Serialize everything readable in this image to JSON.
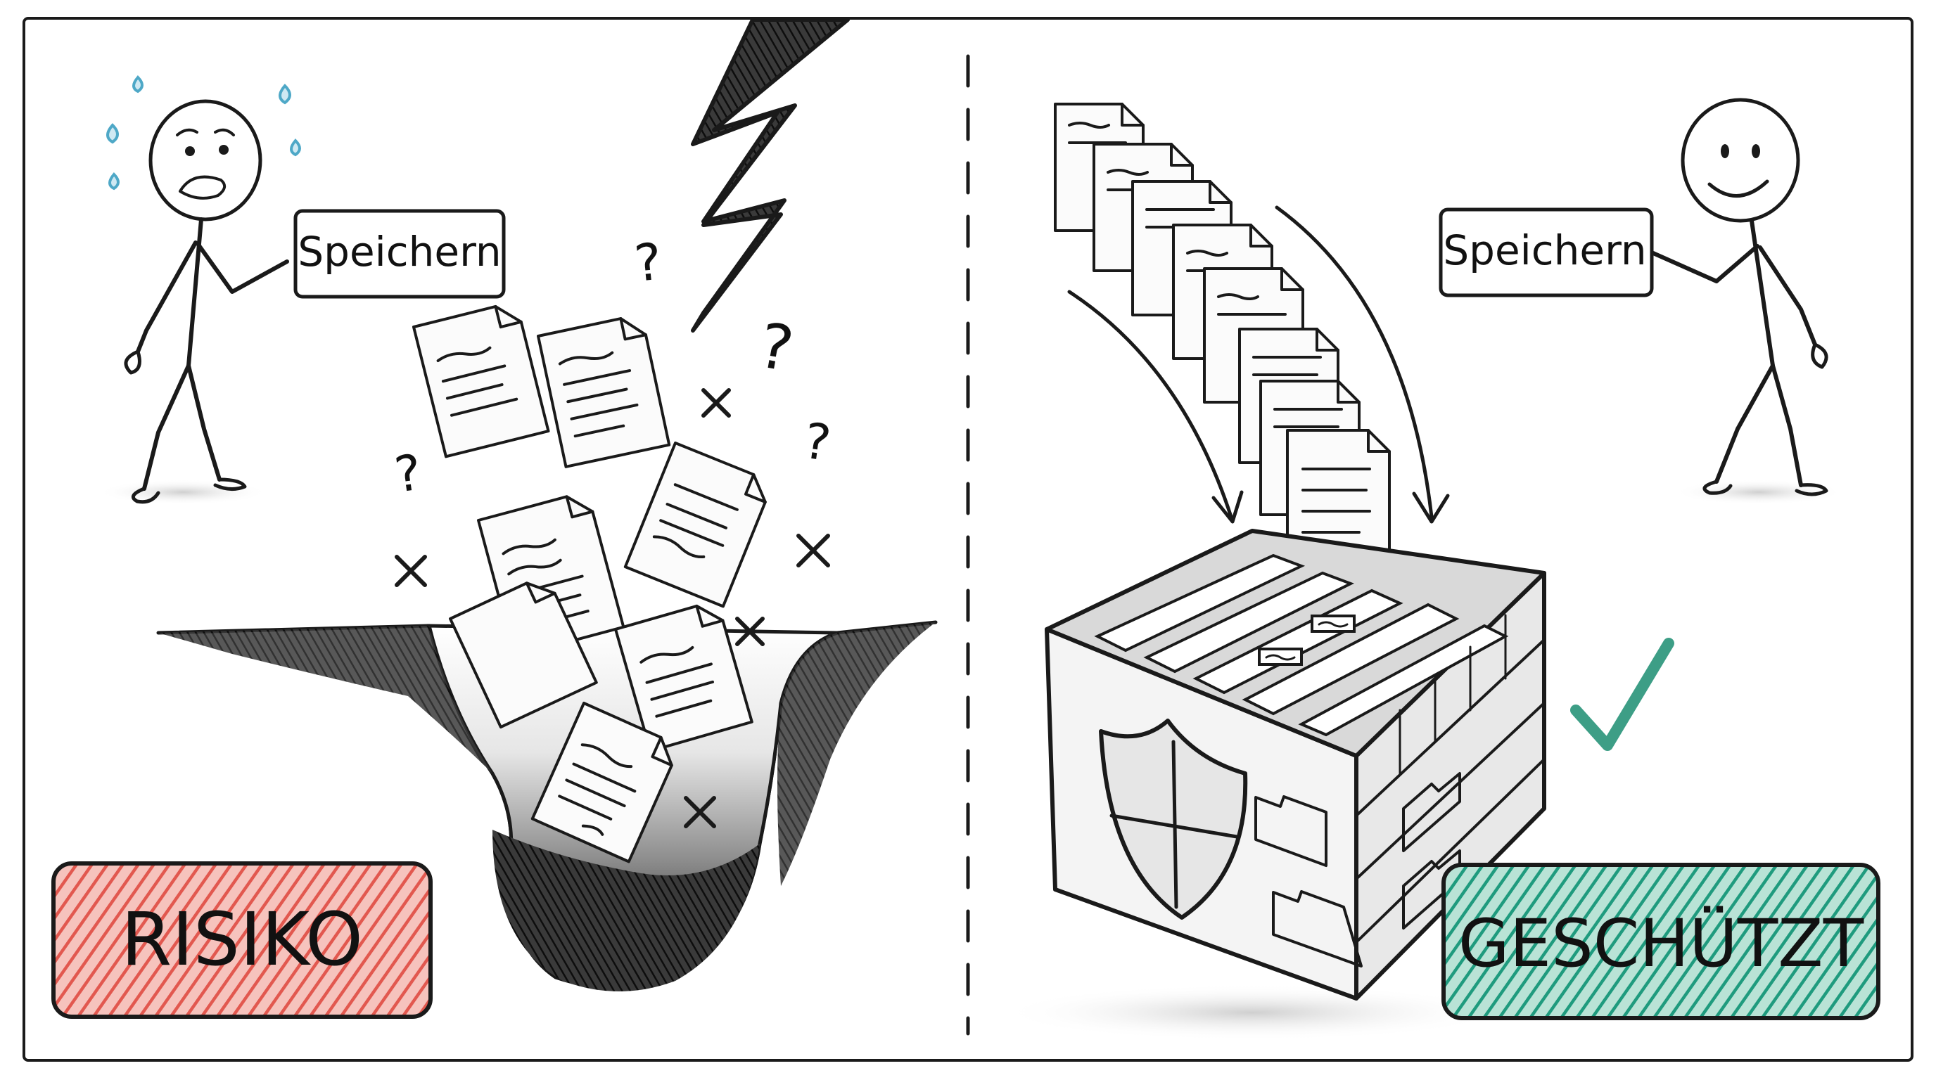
{
  "left_panel": {
    "save_button_label": "Speichern",
    "status_label": "RISIKO",
    "status_color": "#e2584f"
  },
  "right_panel": {
    "save_button_label": "Speichern",
    "status_label": "GESCHÜTZT",
    "status_color": "#1f9b7e",
    "check_color": "#3d9e86"
  },
  "symbols": {
    "question_mark": "?",
    "cross_mark": "×"
  },
  "icons": [
    "sweat-drop-icon",
    "lightning-icon",
    "question-mark-icon",
    "cross-mark-icon",
    "document-icon",
    "shield-icon",
    "checkmark-icon",
    "folder-icon"
  ]
}
